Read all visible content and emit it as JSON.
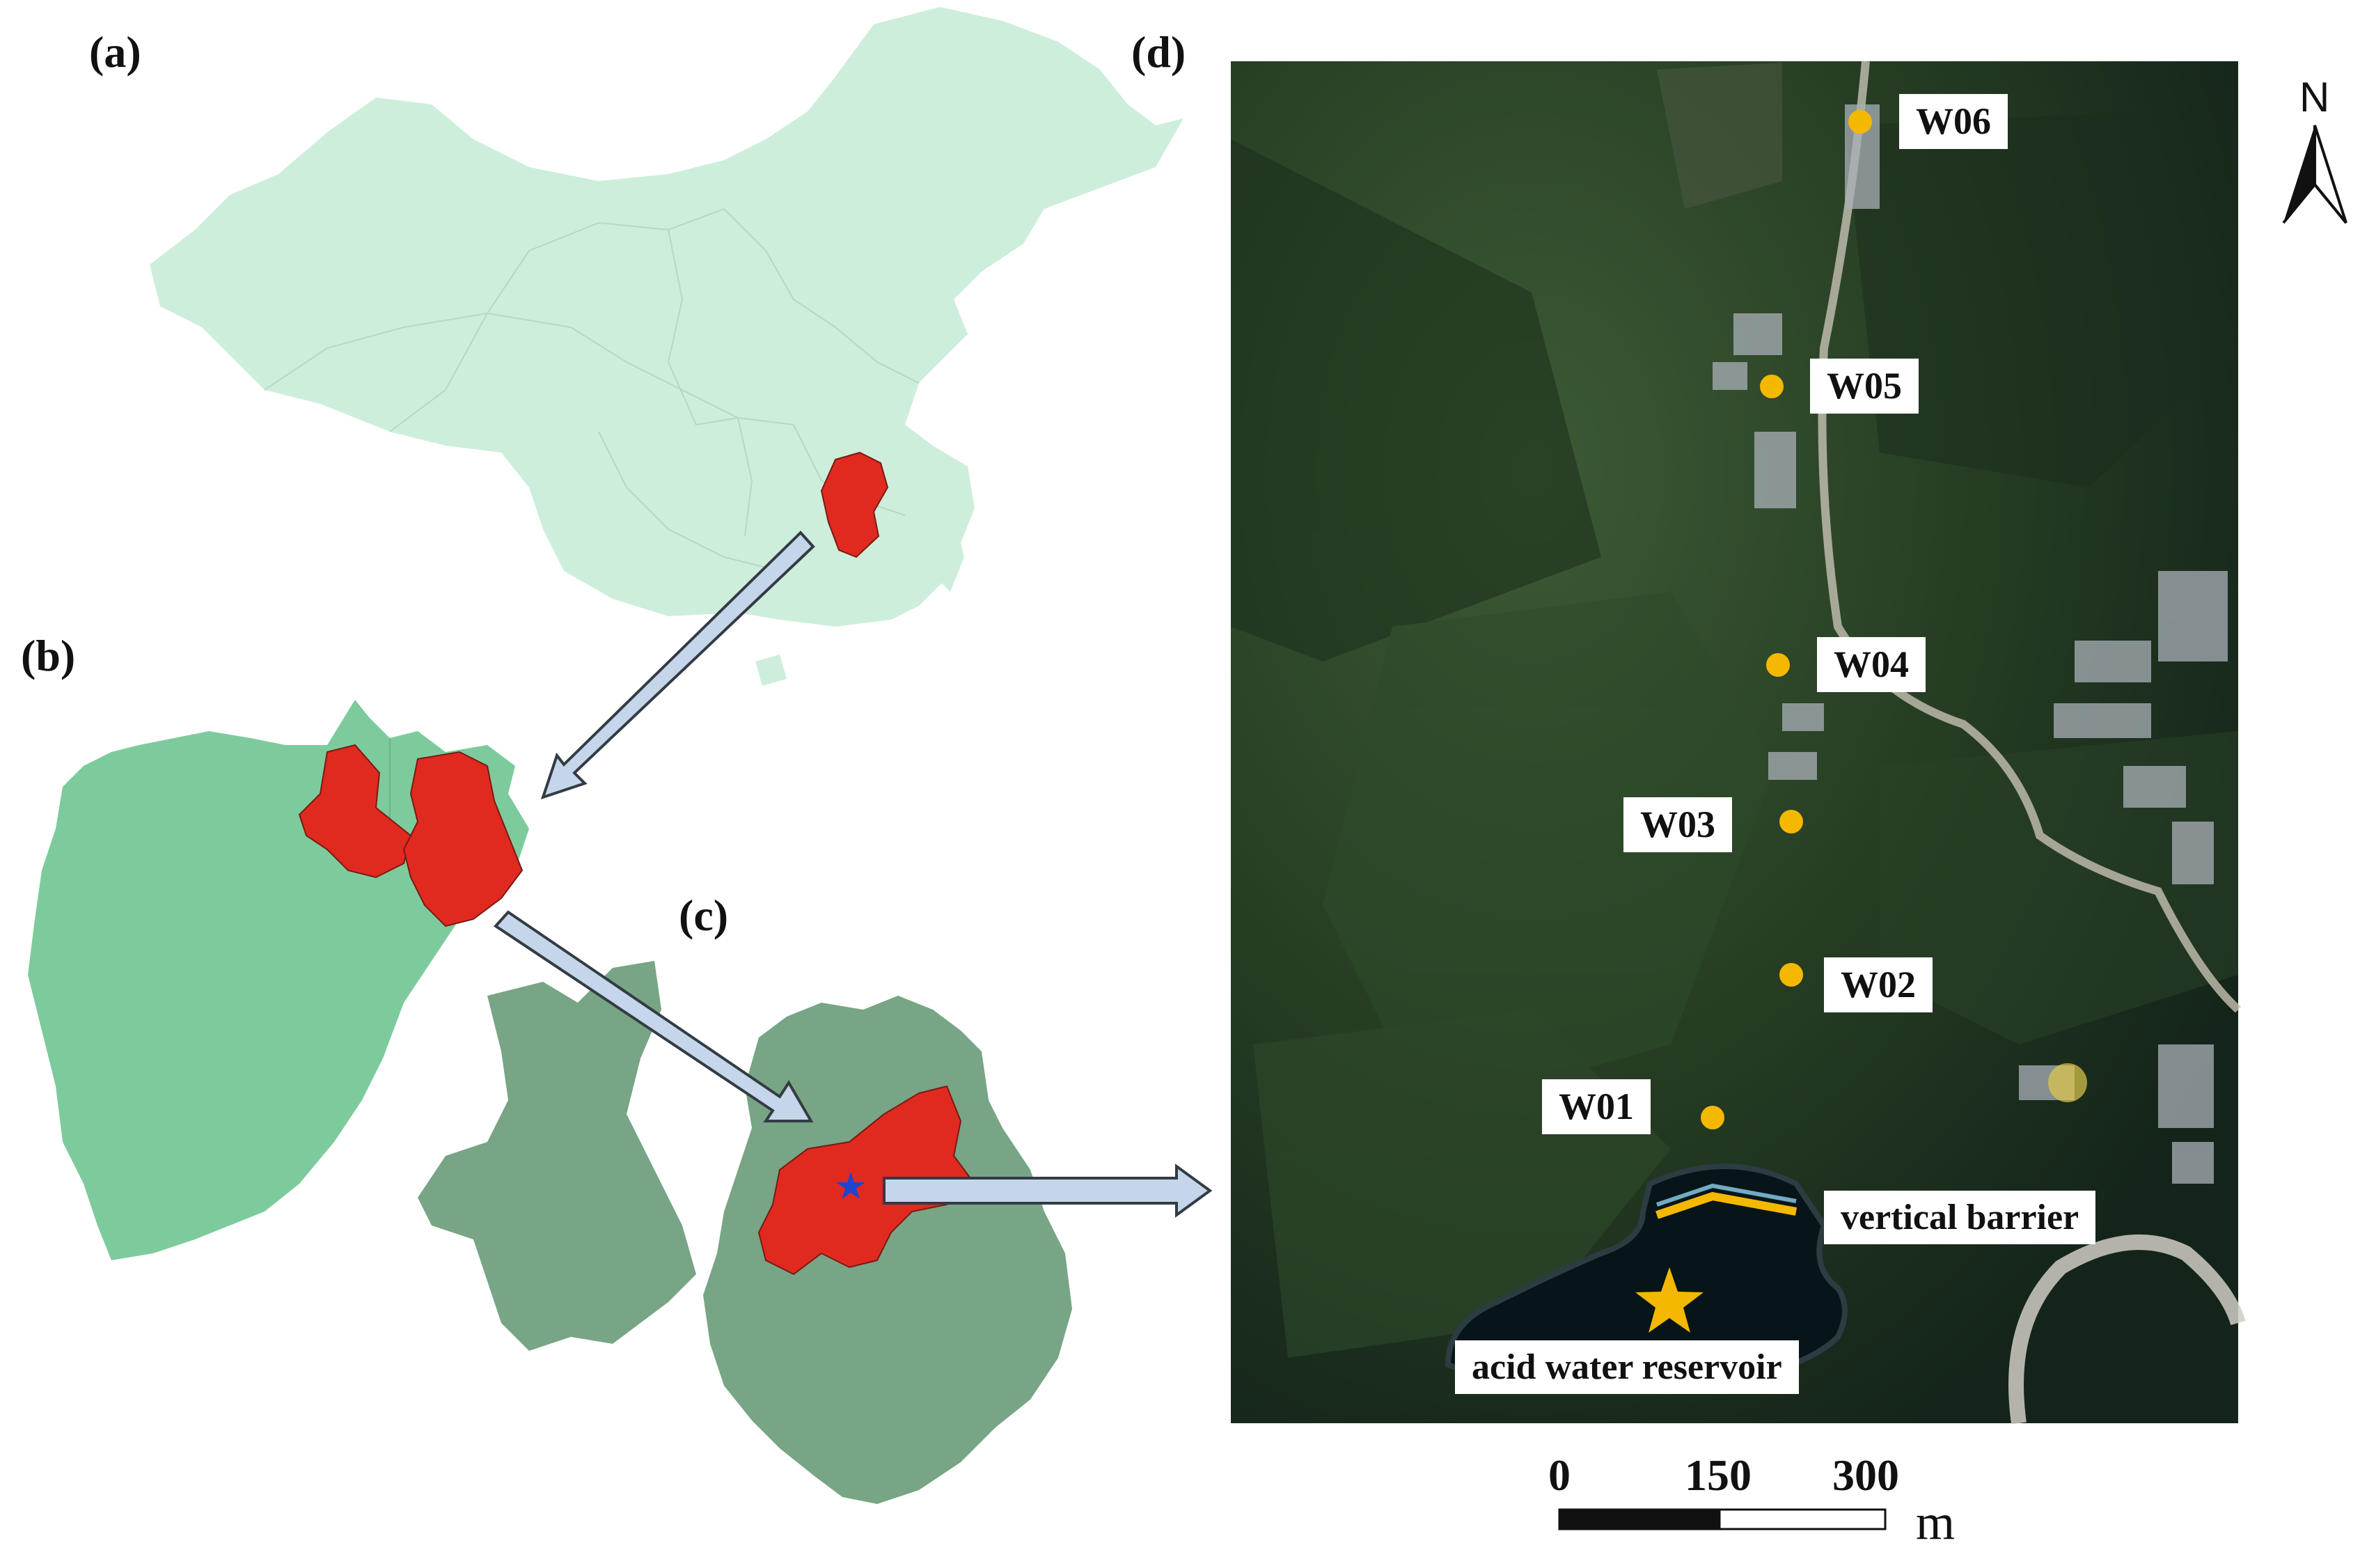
{
  "panels": {
    "a": "(a)",
    "b": "(b)",
    "c": "(c)",
    "d": "(d)"
  },
  "sites": [
    {
      "id": "W06",
      "label": "W06"
    },
    {
      "id": "W05",
      "label": "W05"
    },
    {
      "id": "W04",
      "label": "W04"
    },
    {
      "id": "W03",
      "label": "W03"
    },
    {
      "id": "W02",
      "label": "W02"
    },
    {
      "id": "W01",
      "label": "W01"
    }
  ],
  "features": {
    "barrier": "vertical barrier",
    "reservoir": "acid water reservoir"
  },
  "scale_bar": {
    "ticks": [
      "0",
      "150",
      "300"
    ],
    "unit": "m"
  },
  "north_arrow": "N",
  "colors": {
    "china_fill": "#cdeedb",
    "jiangxi_fill": "#7dcb9c",
    "county_fill": "#77a585",
    "highlight": "#e02a20",
    "site_marker": "#f5b800",
    "arrow_fill": "#c5d6ea",
    "arrow_stroke": "#333b44",
    "star_in_map": "#2244cc"
  }
}
